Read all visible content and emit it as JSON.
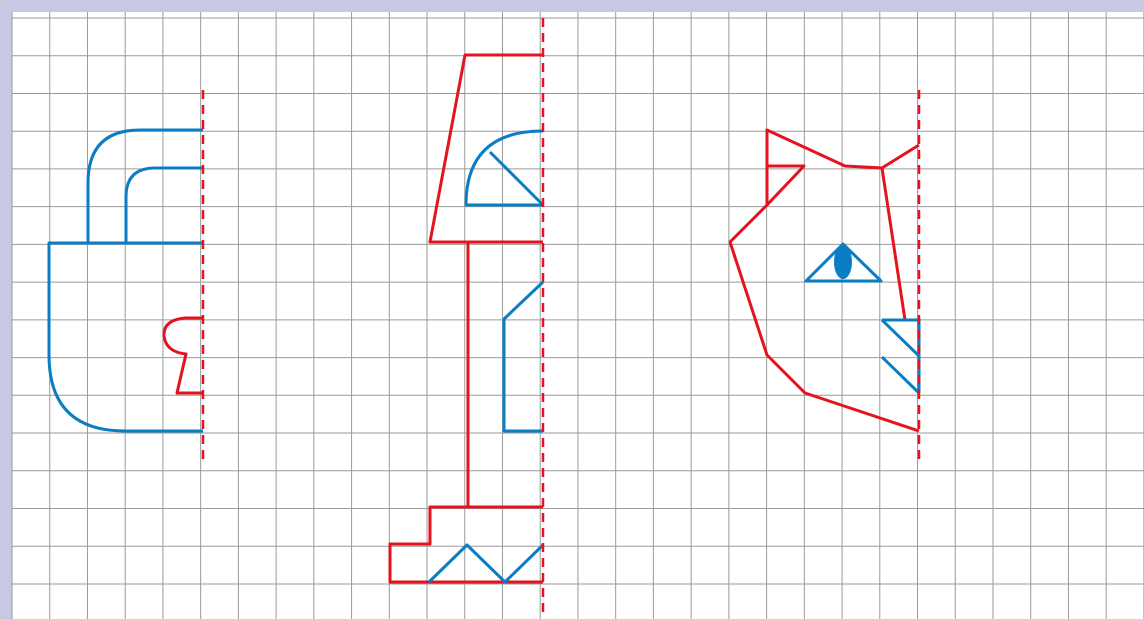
{
  "worksheet": {
    "task": "symmetry-completion",
    "colors": {
      "frame": "#c9c8e3",
      "grid": "#9a9a9a",
      "red": "#e3141f",
      "blue": "#0a7dc4"
    },
    "figures": [
      {
        "name": "padlock-figure",
        "outline_color": "red-axis/blue-shape"
      },
      {
        "name": "lamp-figure",
        "outline_color": "red-outline/blue-details"
      },
      {
        "name": "cat-figure",
        "outline_color": "red-outline/blue-details"
      }
    ]
  }
}
